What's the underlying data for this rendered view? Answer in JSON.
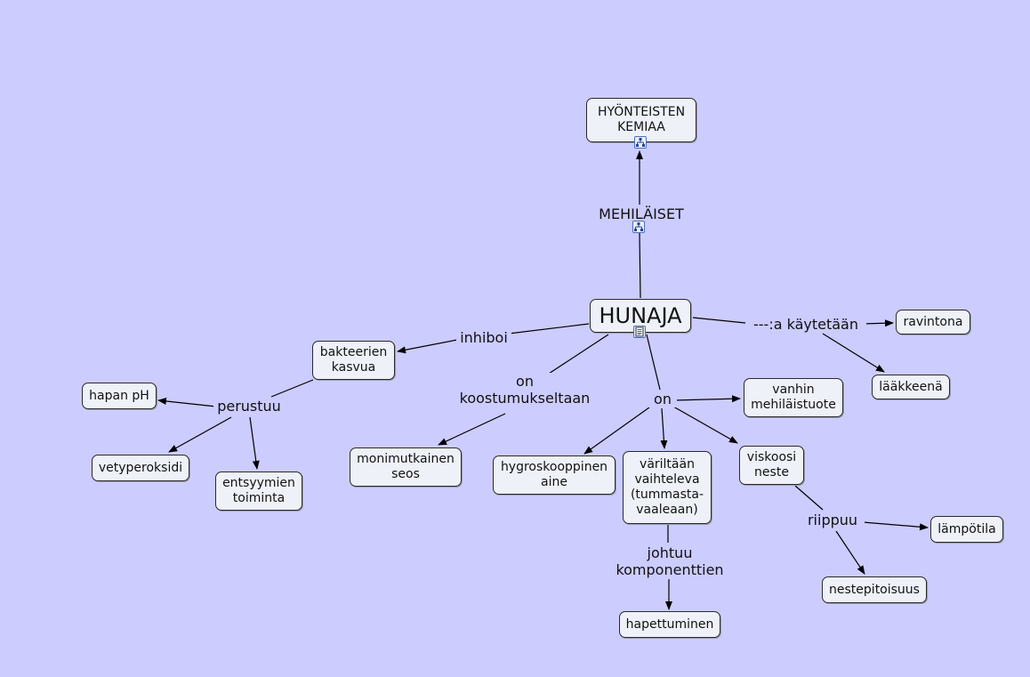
{
  "nodes": {
    "hyonteisten": "HYÖNTEISTEN\nKEMIAA",
    "mehilaiset": "MEHILÄISET",
    "hunaja": "HUNAJA",
    "ravintona": "ravintona",
    "laakkeena": "lääkkeenä",
    "bakteerien": "bakteerien\nkasvua",
    "hapan": "hapan pH",
    "vetyperoksidi": "vetyperoksidi",
    "entsyymien": "entsyymien\ntoiminta",
    "monimutkainen": "monimutkainen\nseos",
    "vanhin": "vanhin\nmehiläistuote",
    "hygroskooppinen": "hygroskooppinen\naine",
    "variltaan": "väriltään\nvaihteleva\n(tummasta-\nvaaleaan)",
    "viskoosi": "viskoosi\nneste",
    "lampotila": "lämpötila",
    "nestepitoisuus": "nestepitoisuus",
    "hapettuminen": "hapettuminen"
  },
  "links": {
    "kaytetaan": "---:a käytetään",
    "inhiboi": "inhiboi",
    "perustuu": "perustuu",
    "on_koostumukseltaan": "on\nkoostumukseltaan",
    "on": "on",
    "riippuu": "riippuu",
    "johtuu": "johtuu\nkomponenttien"
  },
  "icons": {
    "hyonteisten": "concept-map-icon",
    "mehilaiset": "concept-map-icon",
    "hunaja": "document-icon"
  },
  "colors": {
    "background": "#ccccff",
    "node_fill": "#eef2f8",
    "line": "#000000"
  }
}
